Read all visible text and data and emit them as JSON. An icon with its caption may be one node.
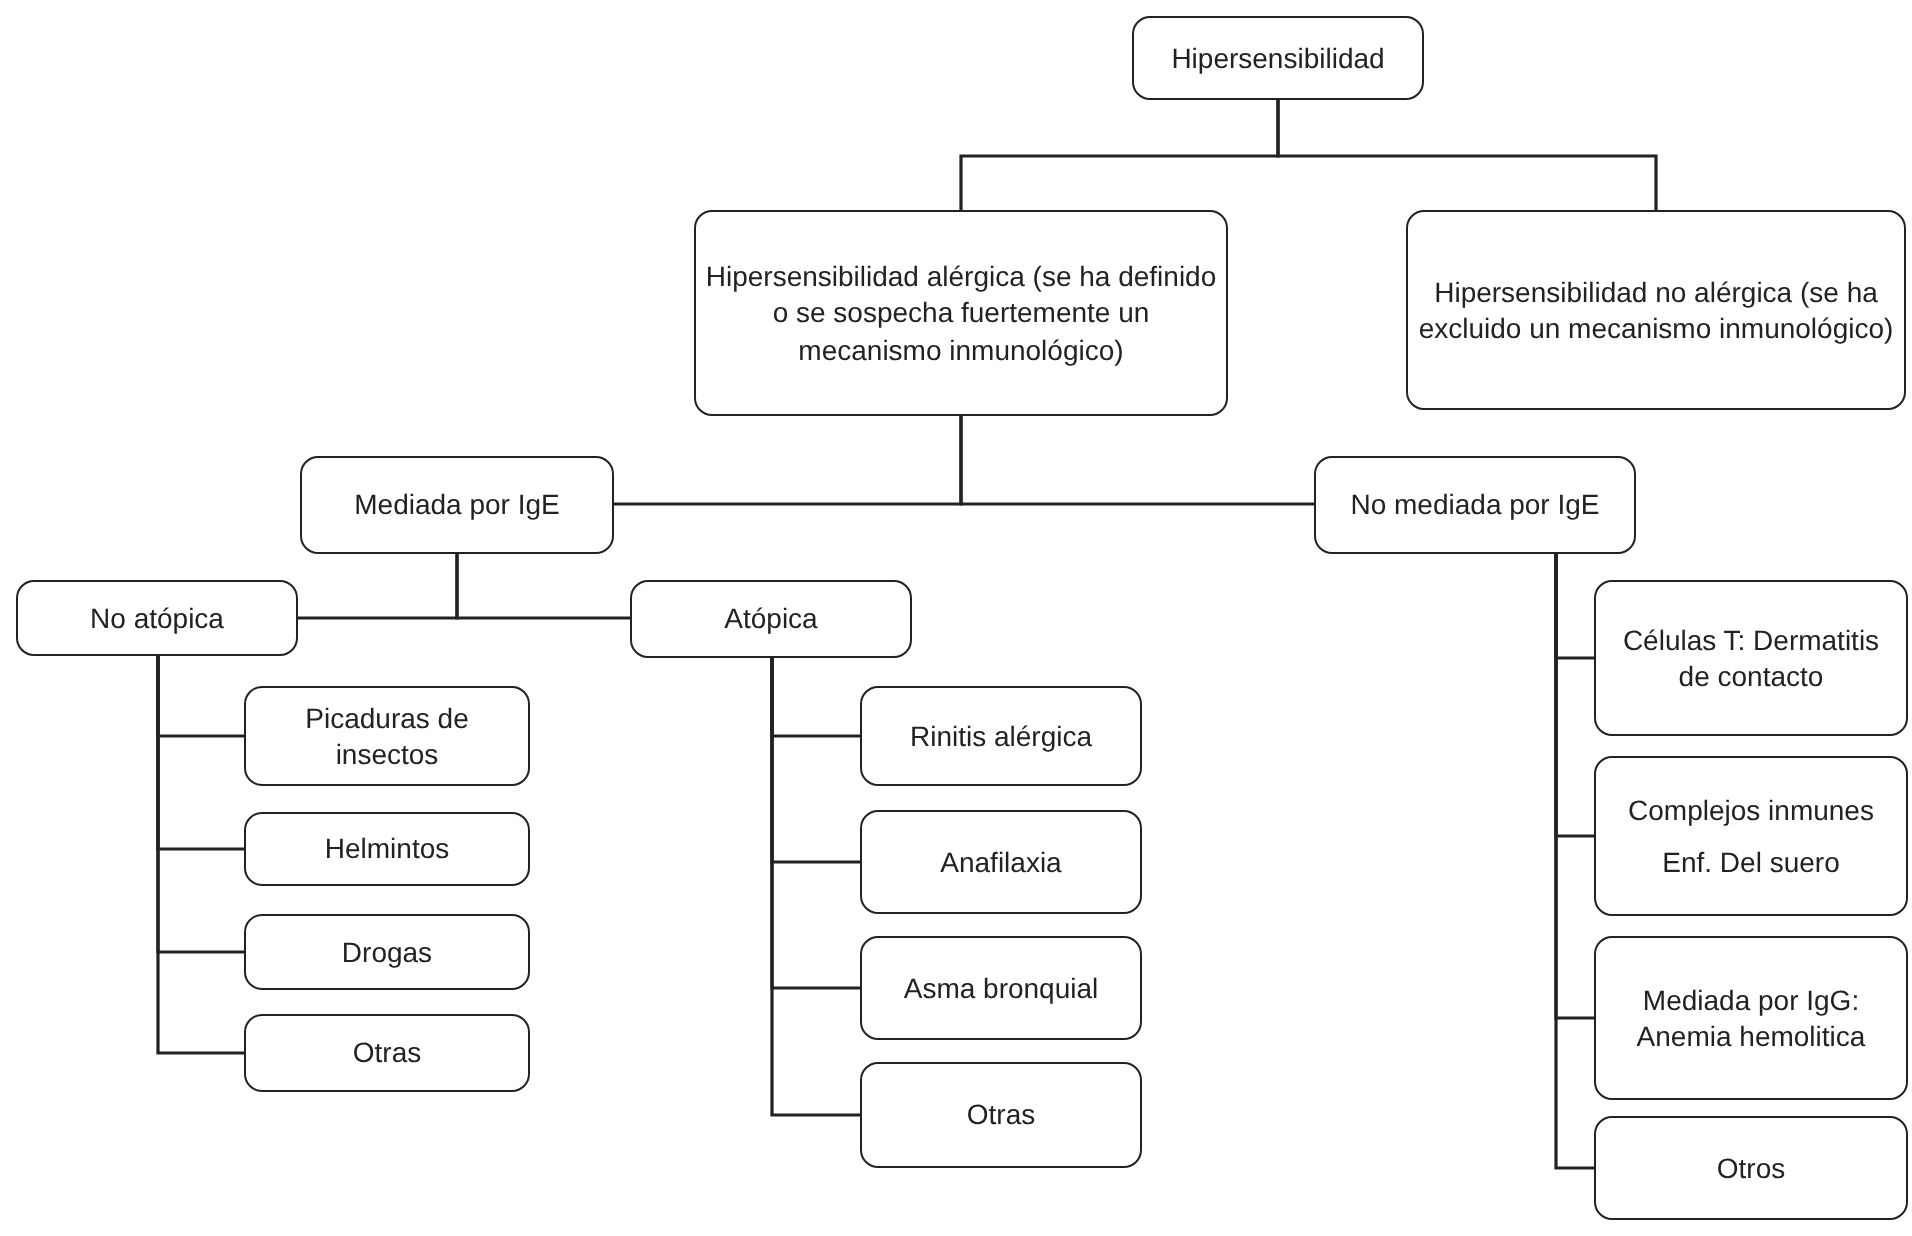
{
  "diagram": {
    "nodes": [
      {
        "text": [
          "Hipersensibilidad"
        ]
      },
      {
        "text": [
          "Hipersensibilidad alérgica (se ha definido o se sospecha fuertemente un mecanismo inmunológico)"
        ]
      },
      {
        "text": [
          "Hipersensibilidad no alérgica (se ha excluido un mecanismo inmunológico)"
        ]
      },
      {
        "text": [
          "Mediada por IgE"
        ]
      },
      {
        "text": [
          "No mediada por IgE"
        ]
      },
      {
        "text": [
          "No atópica"
        ]
      },
      {
        "text": [
          "Atópica"
        ]
      },
      {
        "text": [
          "Picaduras de insectos"
        ]
      },
      {
        "text": [
          "Helmintos"
        ]
      },
      {
        "text": [
          "Drogas"
        ]
      },
      {
        "text": [
          "Otras"
        ]
      },
      {
        "text": [
          "Rinitis alérgica"
        ]
      },
      {
        "text": [
          "Anafilaxia"
        ]
      },
      {
        "text": [
          "Asma bronquial"
        ]
      },
      {
        "text": [
          "Otras"
        ]
      },
      {
        "text": [
          "Células T: Dermatitis de contacto"
        ]
      },
      {
        "text": [
          "Complejos inmunes",
          "Enf. Del suero"
        ]
      },
      {
        "text": [
          "Mediada por IgG: Anemia hemolitica"
        ]
      },
      {
        "text": [
          "Otros"
        ]
      }
    ],
    "edges": [
      {
        "from": 0,
        "to": 1,
        "arrow": "none"
      },
      {
        "from": 0,
        "to": 2,
        "arrow": "none"
      },
      {
        "from": 1,
        "to": 3,
        "arrow": "none"
      },
      {
        "from": 1,
        "to": 4,
        "arrow": "none"
      },
      {
        "from": 3,
        "to": 5,
        "arrow": "none"
      },
      {
        "from": 3,
        "to": 6,
        "arrow": "none"
      },
      {
        "from": 5,
        "to": 7,
        "arrow": "none"
      },
      {
        "from": 5,
        "to": 8,
        "arrow": "none"
      },
      {
        "from": 5,
        "to": 9,
        "arrow": "none"
      },
      {
        "from": 5,
        "to": 10,
        "arrow": "none"
      },
      {
        "from": 6,
        "to": 11,
        "arrow": "none"
      },
      {
        "from": 6,
        "to": 12,
        "arrow": "none"
      },
      {
        "from": 6,
        "to": 13,
        "arrow": "none"
      },
      {
        "from": 6,
        "to": 14,
        "arrow": "none"
      },
      {
        "from": 4,
        "to": 15,
        "arrow": "none"
      },
      {
        "from": 4,
        "to": 16,
        "arrow": "none"
      },
      {
        "from": 4,
        "to": 17,
        "arrow": "none"
      },
      {
        "from": 4,
        "to": 18,
        "arrow": "none"
      }
    ]
  }
}
